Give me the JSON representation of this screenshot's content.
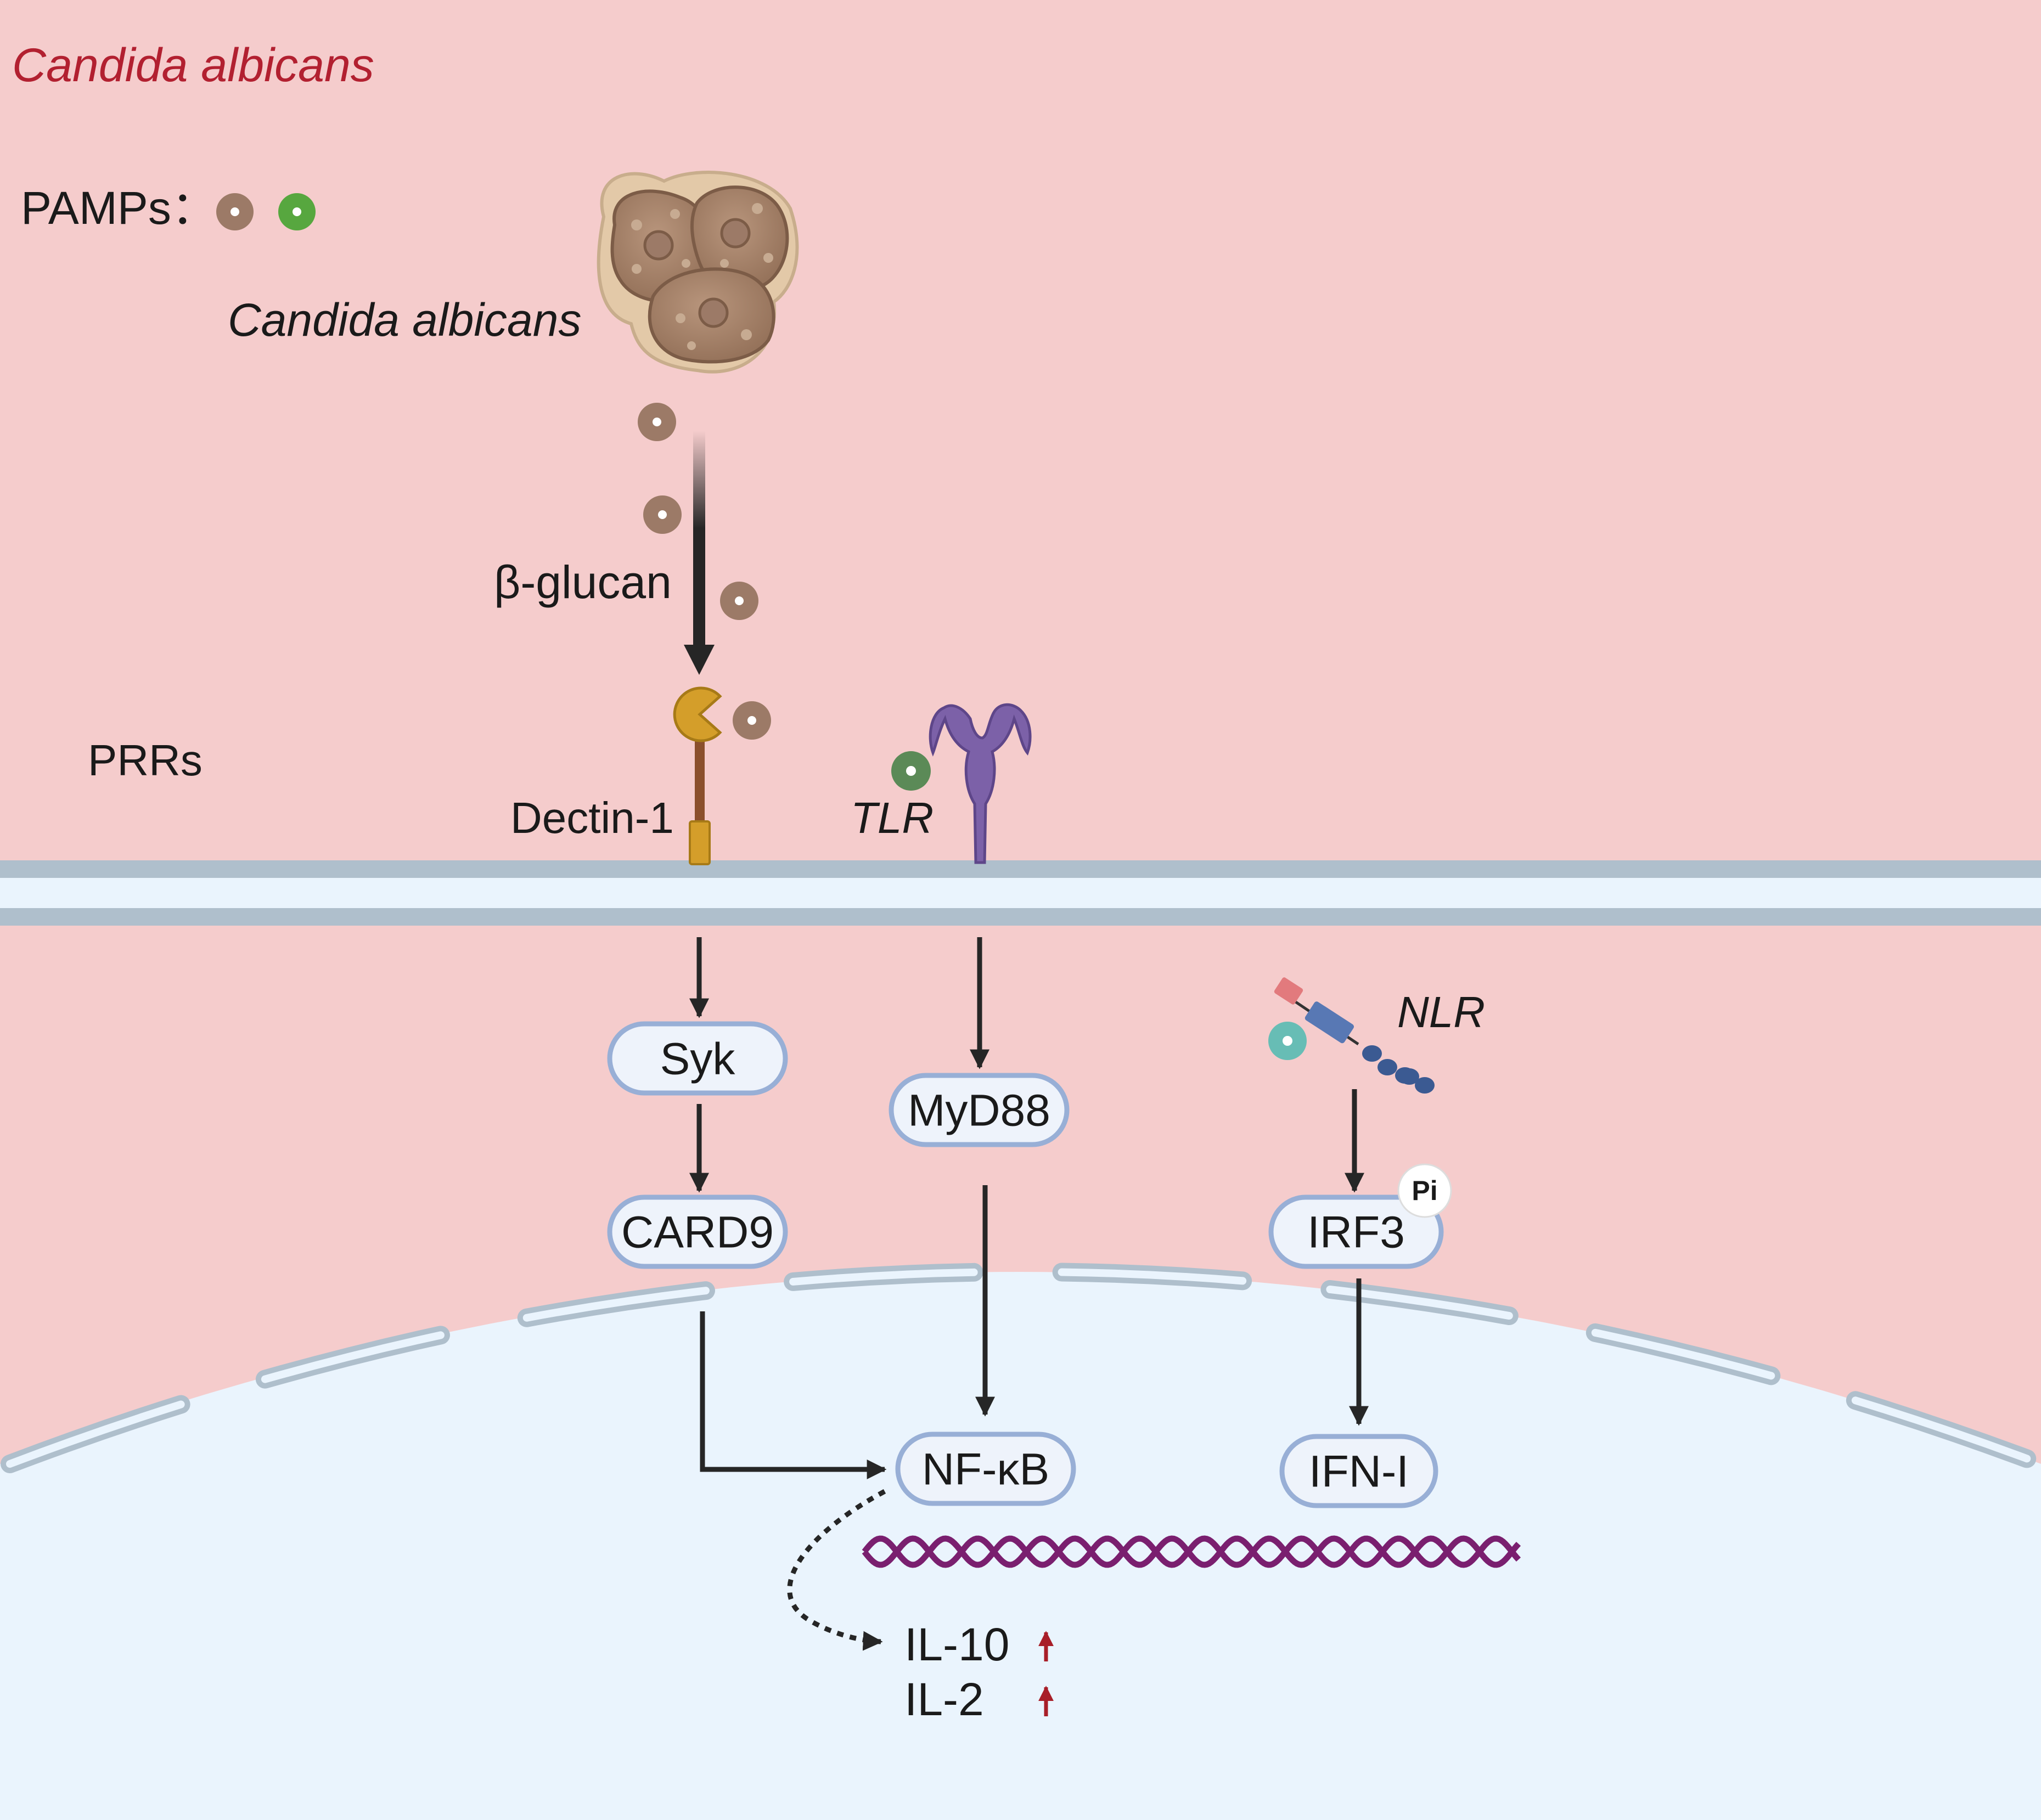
{
  "colors": {
    "cytoplasm_bg": "#f5cccc",
    "nucleus_bg": "#eaf4fd",
    "membrane": "#afbfcc",
    "node_fill": "#eef3fb",
    "node_border": "#98afd6",
    "arrow": "#262626",
    "title_red": "#b22030",
    "beta_glucan_pamp": "#9c7a67",
    "tlr_pamp": "#57a73f",
    "tlr_ligand": "#5b8a57",
    "nlr_ligand": "#67bdb5",
    "dectin_head": "#d49e2a",
    "dectin_stalk": "#8b4f2c",
    "tlr_receptor": "#7c61a8",
    "nlr_domain": "#5878b4",
    "nlr_tip": "#e27a7d",
    "dna": "#7a1f6f",
    "upregulation_arrow": "#a81e28"
  },
  "title": "Candida albicans",
  "pamps_label": "PAMPs：",
  "pathogen": {
    "label": "Candida albicans",
    "icon": "candida-cell-cluster-icon"
  },
  "beta_glucan_label": "β-glucan",
  "prrs_label": "PRRs",
  "receptors": {
    "dectin": {
      "label": "Dectin-1",
      "icon": "dectin-1-receptor-icon"
    },
    "tlr": {
      "label": "TLR",
      "icon": "tlr-receptor-icon"
    },
    "nlr": {
      "label": "NLR",
      "icon": "nlr-receptor-icon"
    }
  },
  "nodes": {
    "syk": "Syk",
    "card9": "CARD9",
    "myd88": "MyD88",
    "irf3": "IRF3",
    "nfkb": "NF-κB",
    "ifn": "IFN-I"
  },
  "phospho_badge": "Pi",
  "cytokines": [
    {
      "label": "IL-10",
      "trend": "up"
    },
    {
      "label": "IL-2",
      "trend": "up"
    }
  ],
  "arrows": [
    {
      "from": "pathogen",
      "to": "dectin-1"
    },
    {
      "from": "dectin-1",
      "to": "syk"
    },
    {
      "from": "syk",
      "to": "card9"
    },
    {
      "from": "card9",
      "to": "nf-κb"
    },
    {
      "from": "tlr",
      "to": "myd88"
    },
    {
      "from": "myd88",
      "to": "nf-κb"
    },
    {
      "from": "nlr",
      "to": "irf3"
    },
    {
      "from": "irf3",
      "to": "ifn-i"
    },
    {
      "from": "nf-κb",
      "to": "cytokines",
      "style": "dotted"
    }
  ]
}
